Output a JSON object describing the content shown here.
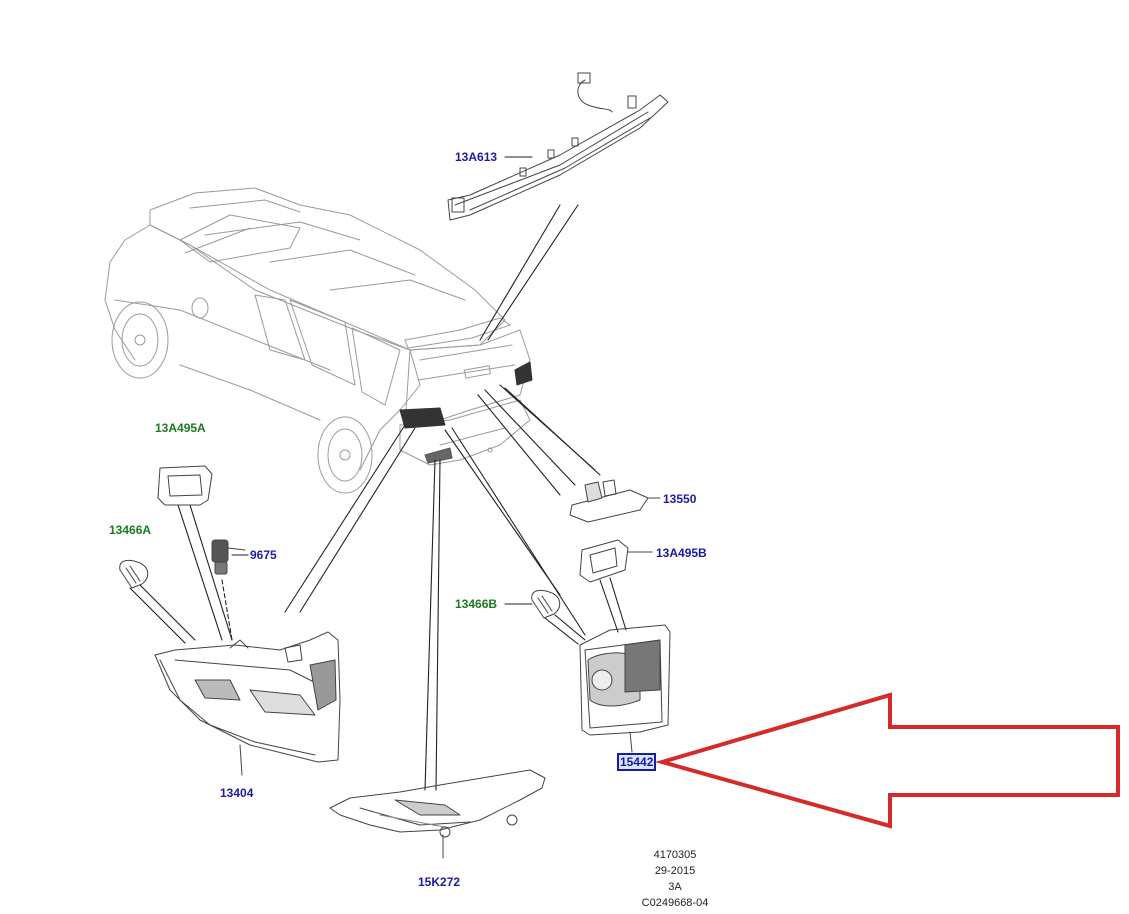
{
  "labels": {
    "p13A613": "13A613",
    "p13A495A": "13A495A",
    "p13466A": "13466A",
    "p9675": "9675",
    "p13404": "13404",
    "p15K272": "15K272",
    "p13466B": "13466B",
    "p13550": "13550",
    "p13A495B": "13A495B",
    "p15442": "15442"
  },
  "footer": {
    "line1": "4170305",
    "line2": "29-2015",
    "line3": "3A",
    "line4": "C0249668-04"
  },
  "colors": {
    "part_number_blue": "#1a1aa6",
    "part_number_green": "#1d7a1d",
    "arrow_red": "#d42a2a",
    "line_art": "#333333"
  }
}
